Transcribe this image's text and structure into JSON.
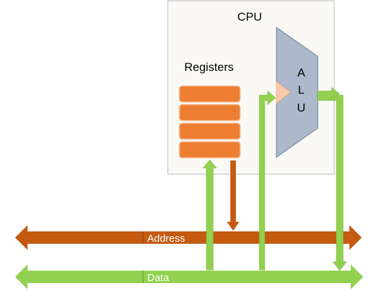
{
  "cpu": {
    "label": "CPU"
  },
  "registers": {
    "label": "Registers",
    "count": 4
  },
  "alu": {
    "letters": [
      "A",
      "L",
      "U"
    ]
  },
  "buses": {
    "address": "Address",
    "data": "Data"
  },
  "colors": {
    "address_bus": "#c55a11",
    "data_bus": "#92d050",
    "register": "#ed7d31",
    "register_border": "#f4b183",
    "alu_fill": "#adb9ca",
    "alu_stroke": "#8497b0",
    "alu_input_marker": "#f8cbad",
    "cpu_box": "#faf9f6",
    "cpu_border": "#cfcfcf"
  }
}
